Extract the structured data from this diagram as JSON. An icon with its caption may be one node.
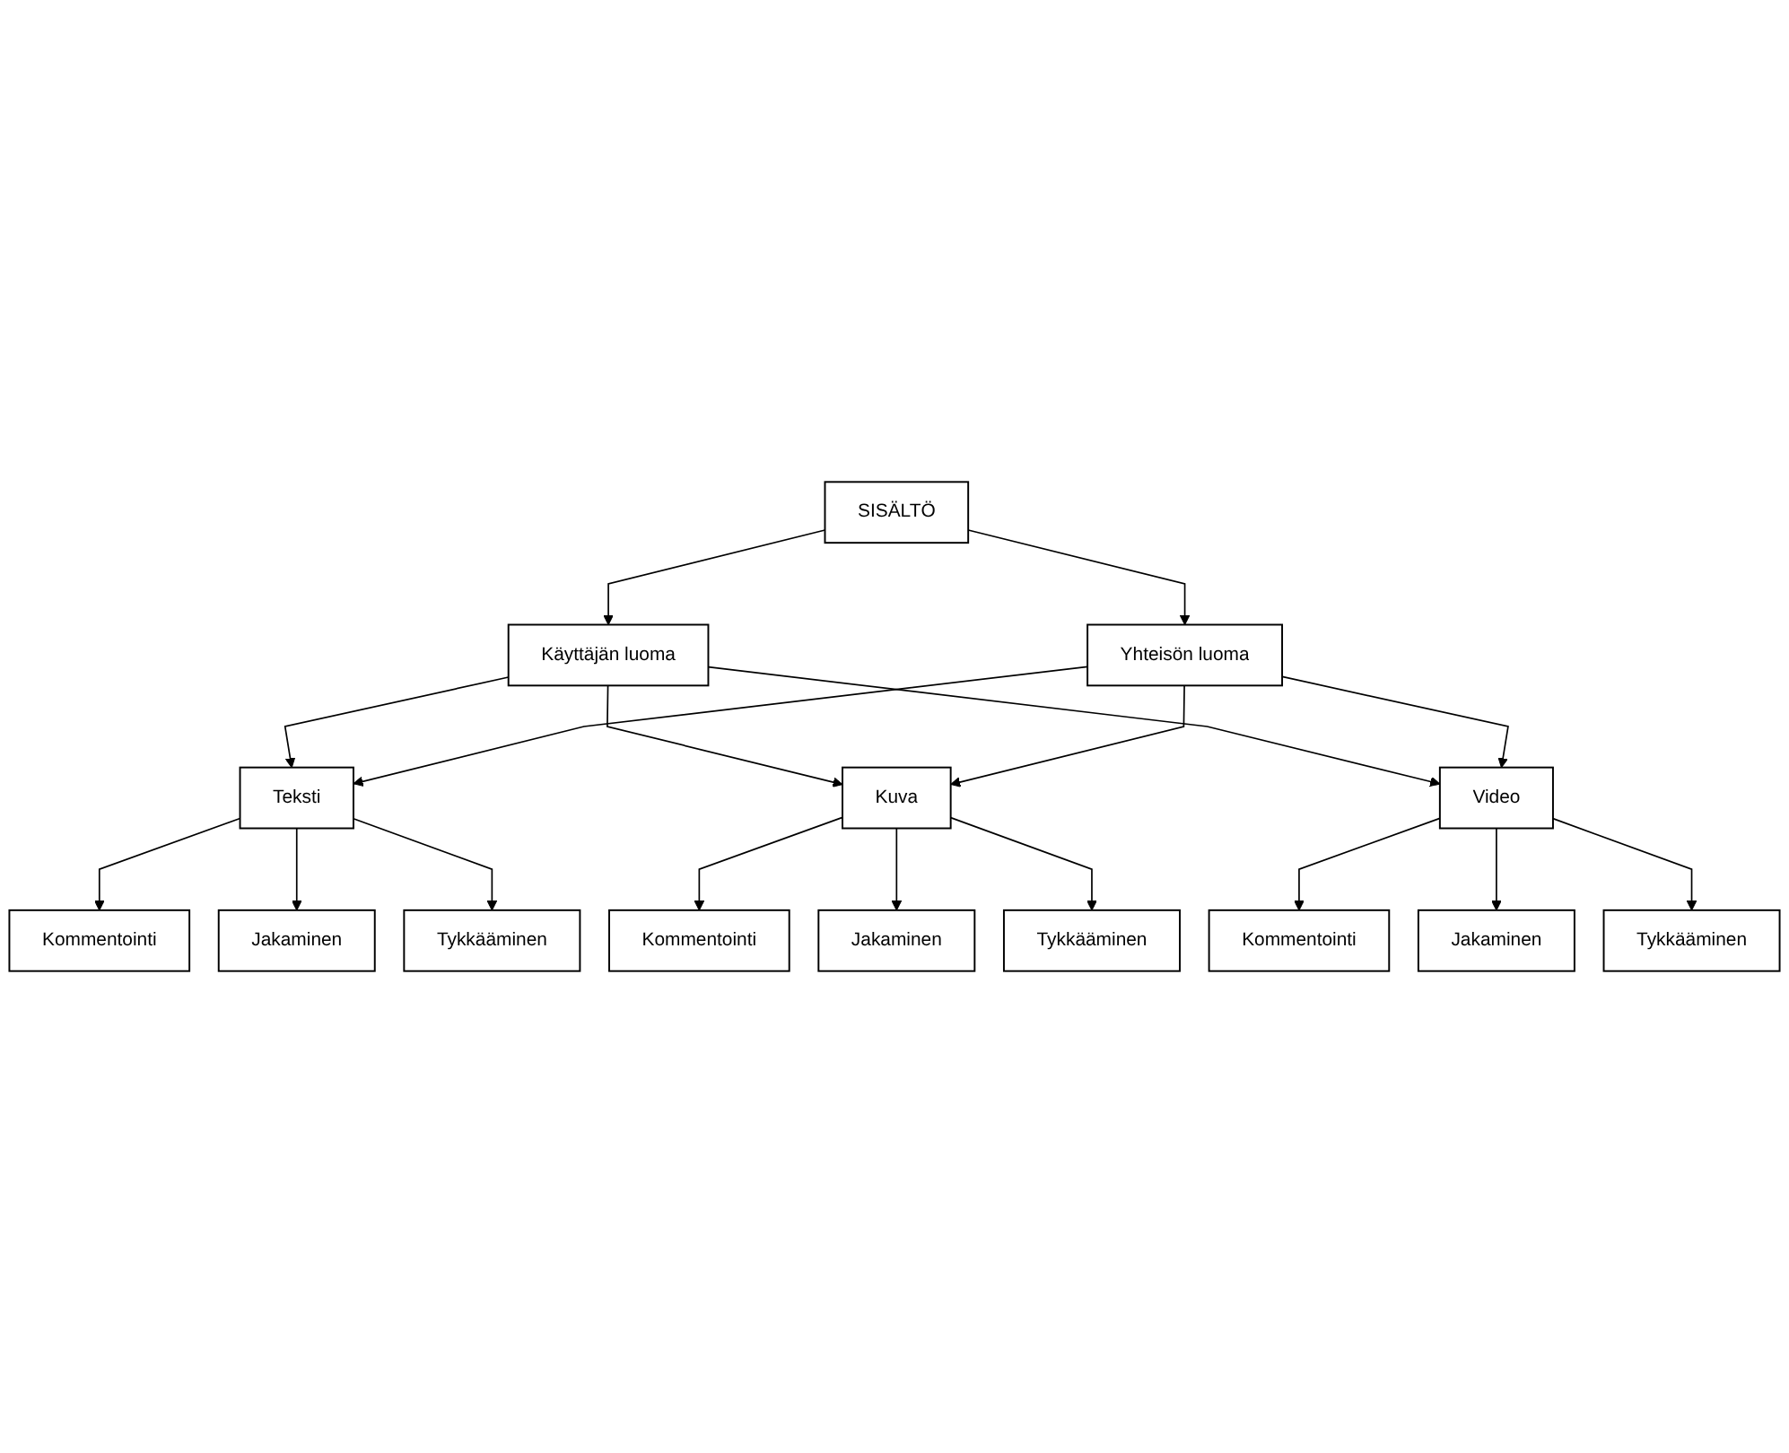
{
  "diagram": {
    "nodes": [
      {
        "text": [
          "SISÄLTÖ"
        ]
      },
      {
        "text": [
          "Käyttäjän luoma"
        ]
      },
      {
        "text": [
          "Yhteisön luoma"
        ]
      },
      {
        "text": [
          "Teksti"
        ]
      },
      {
        "text": [
          "Kuva"
        ]
      },
      {
        "text": [
          "Video"
        ]
      },
      {
        "text": [
          "Kommentointi"
        ]
      },
      {
        "text": [
          "Jakaminen"
        ]
      },
      {
        "text": [
          "Tykkääminen"
        ]
      },
      {
        "text": [
          "Kommentointi"
        ]
      },
      {
        "text": [
          "Jakaminen"
        ]
      },
      {
        "text": [
          "Tykkääminen"
        ]
      },
      {
        "text": [
          "Kommentointi"
        ]
      },
      {
        "text": [
          "Jakaminen"
        ]
      },
      {
        "text": [
          "Tykkääminen"
        ]
      }
    ],
    "edges": [
      {
        "from": 0,
        "to": 1,
        "arrow": "to"
      },
      {
        "from": 0,
        "to": 2,
        "arrow": "to"
      },
      {
        "from": 1,
        "to": 3,
        "arrow": "to"
      },
      {
        "from": 1,
        "to": 4,
        "arrow": "to"
      },
      {
        "from": 1,
        "to": 5,
        "arrow": "to"
      },
      {
        "from": 2,
        "to": 3,
        "arrow": "to"
      },
      {
        "from": 2,
        "to": 4,
        "arrow": "to"
      },
      {
        "from": 2,
        "to": 5,
        "arrow": "to"
      },
      {
        "from": 3,
        "to": 6,
        "arrow": "to"
      },
      {
        "from": 3,
        "to": 7,
        "arrow": "to"
      },
      {
        "from": 3,
        "to": 8,
        "arrow": "to"
      },
      {
        "from": 4,
        "to": 9,
        "arrow": "to"
      },
      {
        "from": 4,
        "to": 10,
        "arrow": "to"
      },
      {
        "from": 4,
        "to": 11,
        "arrow": "to"
      },
      {
        "from": 5,
        "to": 12,
        "arrow": "to"
      },
      {
        "from": 5,
        "to": 13,
        "arrow": "to"
      },
      {
        "from": 5,
        "to": 14,
        "arrow": "to"
      }
    ]
  }
}
